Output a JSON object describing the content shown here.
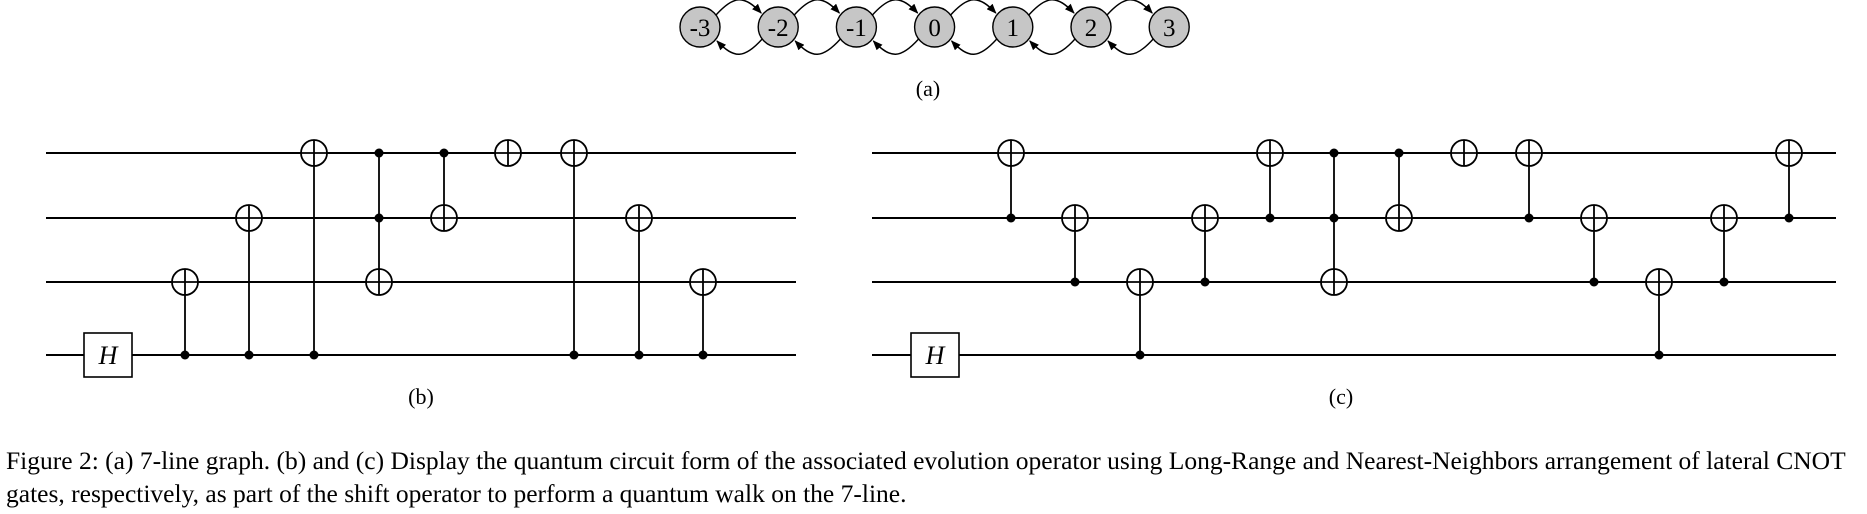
{
  "graph": {
    "nodes": [
      "-3",
      "-2",
      "-1",
      "0",
      "1",
      "2",
      "3"
    ],
    "label": "(a)"
  },
  "circuit_b": {
    "label": "(b)",
    "h_gate": "H",
    "gates": [
      {
        "control": 3,
        "target": 2
      },
      {
        "control": 3,
        "target": 1
      },
      {
        "control": 3,
        "target": 0
      },
      {
        "controls": [
          0,
          1
        ],
        "target": 2
      },
      {
        "control": 0,
        "target": 1
      },
      {
        "target": 0
      },
      {
        "control": 3,
        "target": 0
      },
      {
        "control": 3,
        "target": 1
      },
      {
        "control": 3,
        "target": 2
      }
    ]
  },
  "circuit_c": {
    "label": "(c)",
    "h_gate": "H",
    "gates": [
      {
        "control": 1,
        "target": 0
      },
      {
        "control": 2,
        "target": 1
      },
      {
        "control": 3,
        "target": 2
      },
      {
        "control": 2,
        "target": 1
      },
      {
        "control": 1,
        "target": 0
      },
      {
        "controls": [
          0,
          1
        ],
        "target": 2
      },
      {
        "control": 0,
        "target": 1
      },
      {
        "target": 0
      },
      {
        "control": 1,
        "target": 0
      },
      {
        "control": 2,
        "target": 1
      },
      {
        "control": 3,
        "target": 2
      },
      {
        "control": 2,
        "target": 1
      },
      {
        "control": 1,
        "target": 0
      }
    ]
  },
  "caption": "Figure 2: (a) 7-line graph. (b) and (c) Display the quantum circuit form of the associated evolution operator using Long-Range and Nearest-Neighbors arrangement of lateral CNOT gates, respectively, as part of the shift operator to perform a quantum walk on the 7-line."
}
